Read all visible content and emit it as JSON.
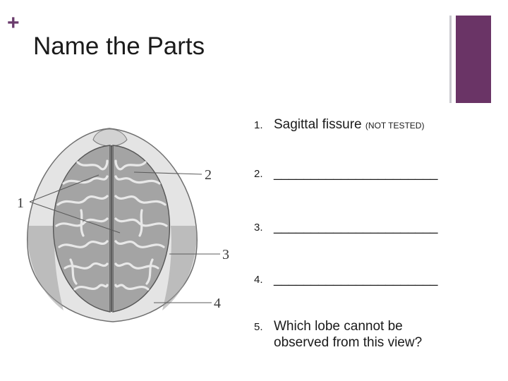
{
  "slide": {
    "plus_glyph": "+",
    "title": "Name the Parts",
    "colors": {
      "accent": "#6a3466",
      "accent_line": "#c9c9cf"
    }
  },
  "questions": [
    {
      "number": "1.",
      "text": "Sagittal fissure",
      "note": "(NOT TESTED)"
    },
    {
      "number": "2.",
      "text": "______________________"
    },
    {
      "number": "3.",
      "text": "______________________"
    },
    {
      "number": "4.",
      "text": "______________________"
    },
    {
      "number": "5.",
      "text": "Which lobe cannot be observed from this view?"
    }
  ],
  "diagram": {
    "callouts": [
      "1",
      "2",
      "3",
      "4"
    ]
  }
}
